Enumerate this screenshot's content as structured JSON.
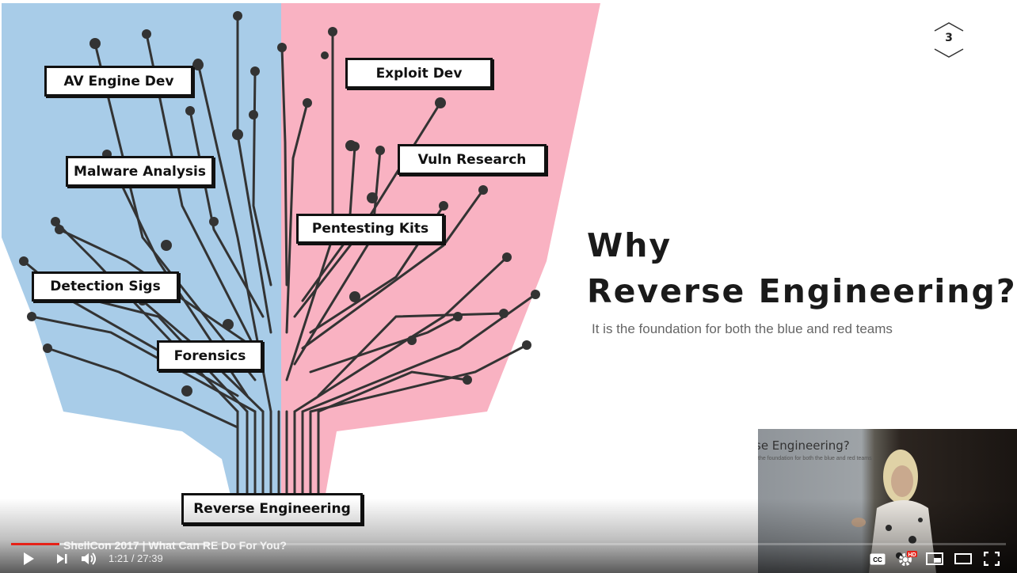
{
  "slide": {
    "number": "3",
    "title_line1": "Why",
    "title_line2": "Reverse Engineering?",
    "subtitle": "It is the foundation for both the blue and red teams",
    "root_label": "Reverse Engineering",
    "blue_team_labels": [
      "AV Engine Dev",
      "Malware Analysis",
      "Detection Sigs",
      "Forensics"
    ],
    "red_team_labels": [
      "Exploit Dev",
      "Vuln Research",
      "Pentesting Kits"
    ],
    "colors": {
      "blue": "#a8cce8",
      "red": "#f9b2c2",
      "circuit": "#333333"
    }
  },
  "pip": {
    "title": "se Engineering?",
    "subtitle": "the foundation for both the blue and red teams"
  },
  "player": {
    "video_title": "ShellCon 2017 | What Can RE Do For You?",
    "current_time": "1:21",
    "duration": "27:39",
    "time_display": "1:21 / 27:39",
    "progress": 0.0488,
    "buffered": 0.2,
    "accent_color": "#e62117",
    "controls": {
      "play": "play-icon",
      "next": "next-icon",
      "volume": "volume-icon",
      "captions": "captions-icon",
      "settings": "gear-icon",
      "hd_badge": "HD",
      "miniplayer": "miniplayer-icon",
      "theater": "theater-icon",
      "fullscreen": "fullscreen-icon"
    }
  }
}
